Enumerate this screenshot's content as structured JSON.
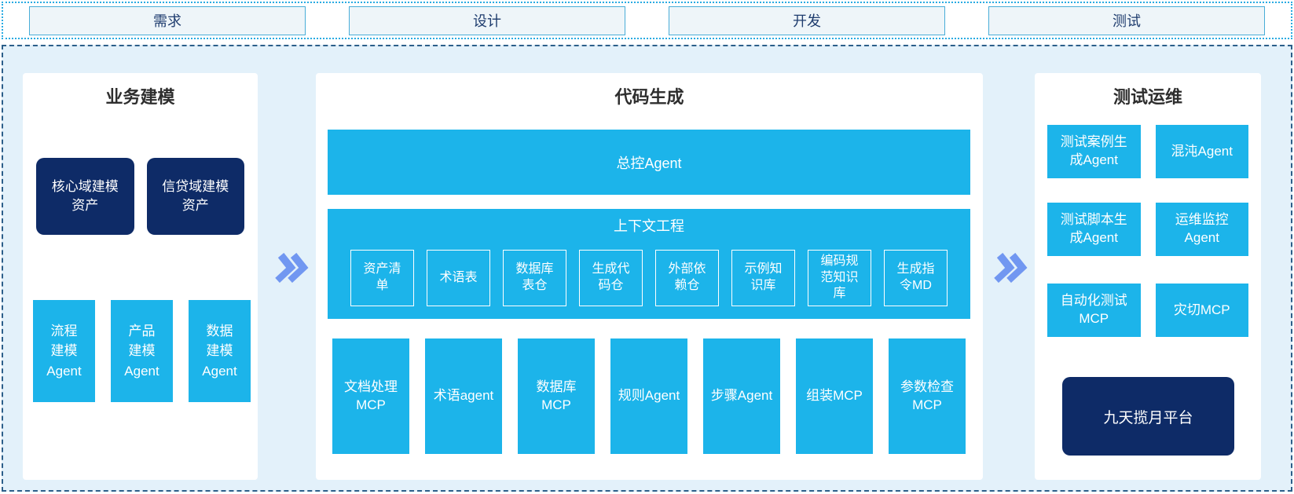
{
  "colors": {
    "cyan": "#1cb4ea",
    "navy": "#0e2b67",
    "bg-light": "#e3f1fa",
    "accent-cyan": "#29abe2",
    "dash-border": "#2c5f8a",
    "chevron-blue": "#7197f1"
  },
  "phases": {
    "items": [
      {
        "label": "需求"
      },
      {
        "label": "设计"
      },
      {
        "label": "开发"
      },
      {
        "label": "测试"
      }
    ]
  },
  "business_modeling": {
    "title": "业务建模",
    "assets": [
      {
        "label": "核心域建模\n资产"
      },
      {
        "label": "信贷域建模\n资产"
      }
    ],
    "agents": [
      {
        "label": "流程\n建模\nAgent"
      },
      {
        "label": "产品\n建模\nAgent"
      },
      {
        "label": "数据\n建模\nAgent"
      }
    ]
  },
  "code_generation": {
    "title": "代码生成",
    "master_agent": "总控Agent",
    "context_engineering": {
      "title": "上下文工程",
      "items": [
        {
          "label": "资产清\n单"
        },
        {
          "label": "术语表"
        },
        {
          "label": "数据库\n表仓"
        },
        {
          "label": "生成代\n码仓"
        },
        {
          "label": "外部依\n赖仓"
        },
        {
          "label": "示例知\n识库"
        },
        {
          "label": "编码规\n范知识\n库"
        },
        {
          "label": "生成指\n令MD"
        }
      ]
    },
    "tools": [
      {
        "label": "文档处理\nMCP"
      },
      {
        "label": "术语agent"
      },
      {
        "label": "数据库\nMCP"
      },
      {
        "label": "规则Agent"
      },
      {
        "label": "步骤Agent"
      },
      {
        "label": "组装MCP"
      },
      {
        "label": "参数检查\nMCP"
      }
    ]
  },
  "test_ops": {
    "title": "测试运维",
    "boxes": [
      {
        "label": "测试案例生\n成Agent"
      },
      {
        "label": "混沌Agent"
      },
      {
        "label": "测试脚本生\n成Agent"
      },
      {
        "label": "运维监控\nAgent"
      },
      {
        "label": "自动化测试\nMCP"
      },
      {
        "label": "灾切MCP"
      }
    ],
    "platform": "九天揽月平台"
  },
  "icons": {
    "flow_arrow": "double-chevron-right"
  }
}
